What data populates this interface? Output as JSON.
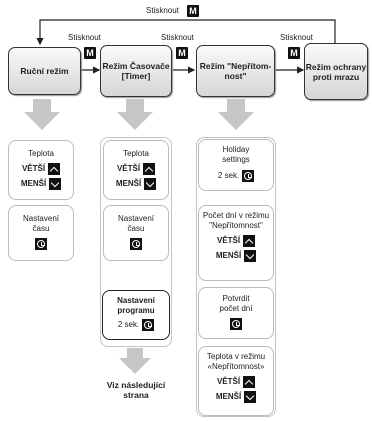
{
  "top_label": "Stisknout",
  "m_key": "M",
  "modes": {
    "manual": "Ruční režim",
    "timer": "Režim Časovače [Timer]",
    "away": "Režim \"Nepřítom-nost\"",
    "frost": "Režim ochrany proti mrazu"
  },
  "press_labels": [
    "Stisknout",
    "Stisknout",
    "Stisknout"
  ],
  "manual_col": {
    "temp_title": "Teplota",
    "up": "VĚTŠÍ",
    "down": "MENŠÍ",
    "time_title": "Nastavení času"
  },
  "timer_col": {
    "temp_title": "Teplota",
    "up": "VĚTŠÍ",
    "down": "MENŠÍ",
    "time_title": "Nastavení času",
    "prog_title": "Nastavení programu",
    "prog_hold": "2 sek."
  },
  "away_col": {
    "holiday_title": "Holiday settings",
    "holiday_hold": "2 sek.",
    "days_title": "Počet dní v režimu \"Nepřítomnost\"",
    "up": "VĚTŠÍ",
    "down": "MENŠÍ",
    "confirm_title": "Potvrdit počet dní",
    "temp_title": "Teplota v režimu «Nepřítomnost»",
    "up2": "VĚTŠÍ",
    "down2": "MENŠÍ"
  },
  "footer": "Viz následující strana",
  "colors": {
    "arrow": "#c6c6c6",
    "dark": "#111111"
  }
}
